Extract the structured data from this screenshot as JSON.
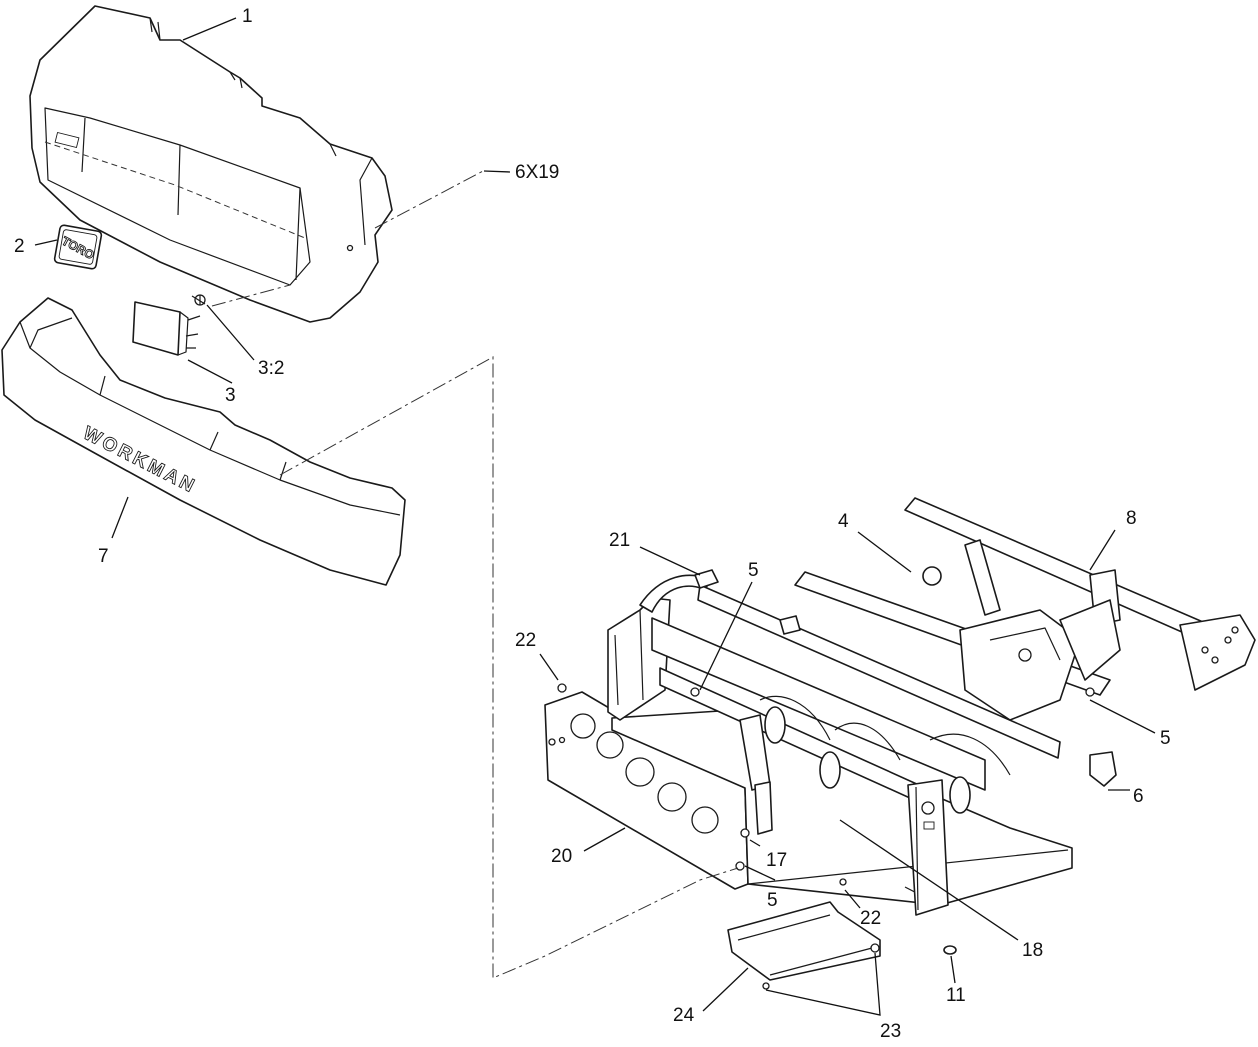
{
  "labels": {
    "c1": "1",
    "c2": "2",
    "c3": "3",
    "c3b": "3:2",
    "c4": "4",
    "c5a": "5",
    "c5b": "5",
    "c5c": "5",
    "c6": "6",
    "c6x19": "6X19",
    "c7": "7",
    "c8": "8",
    "c11": "11",
    "c17": "17",
    "c18": "18",
    "c20": "20",
    "c21": "21",
    "c22a": "22",
    "c22b": "22",
    "c23": "23",
    "c24": "24"
  },
  "markings": {
    "bumper_text": "WORKMAN",
    "decal_text": "TORO"
  }
}
